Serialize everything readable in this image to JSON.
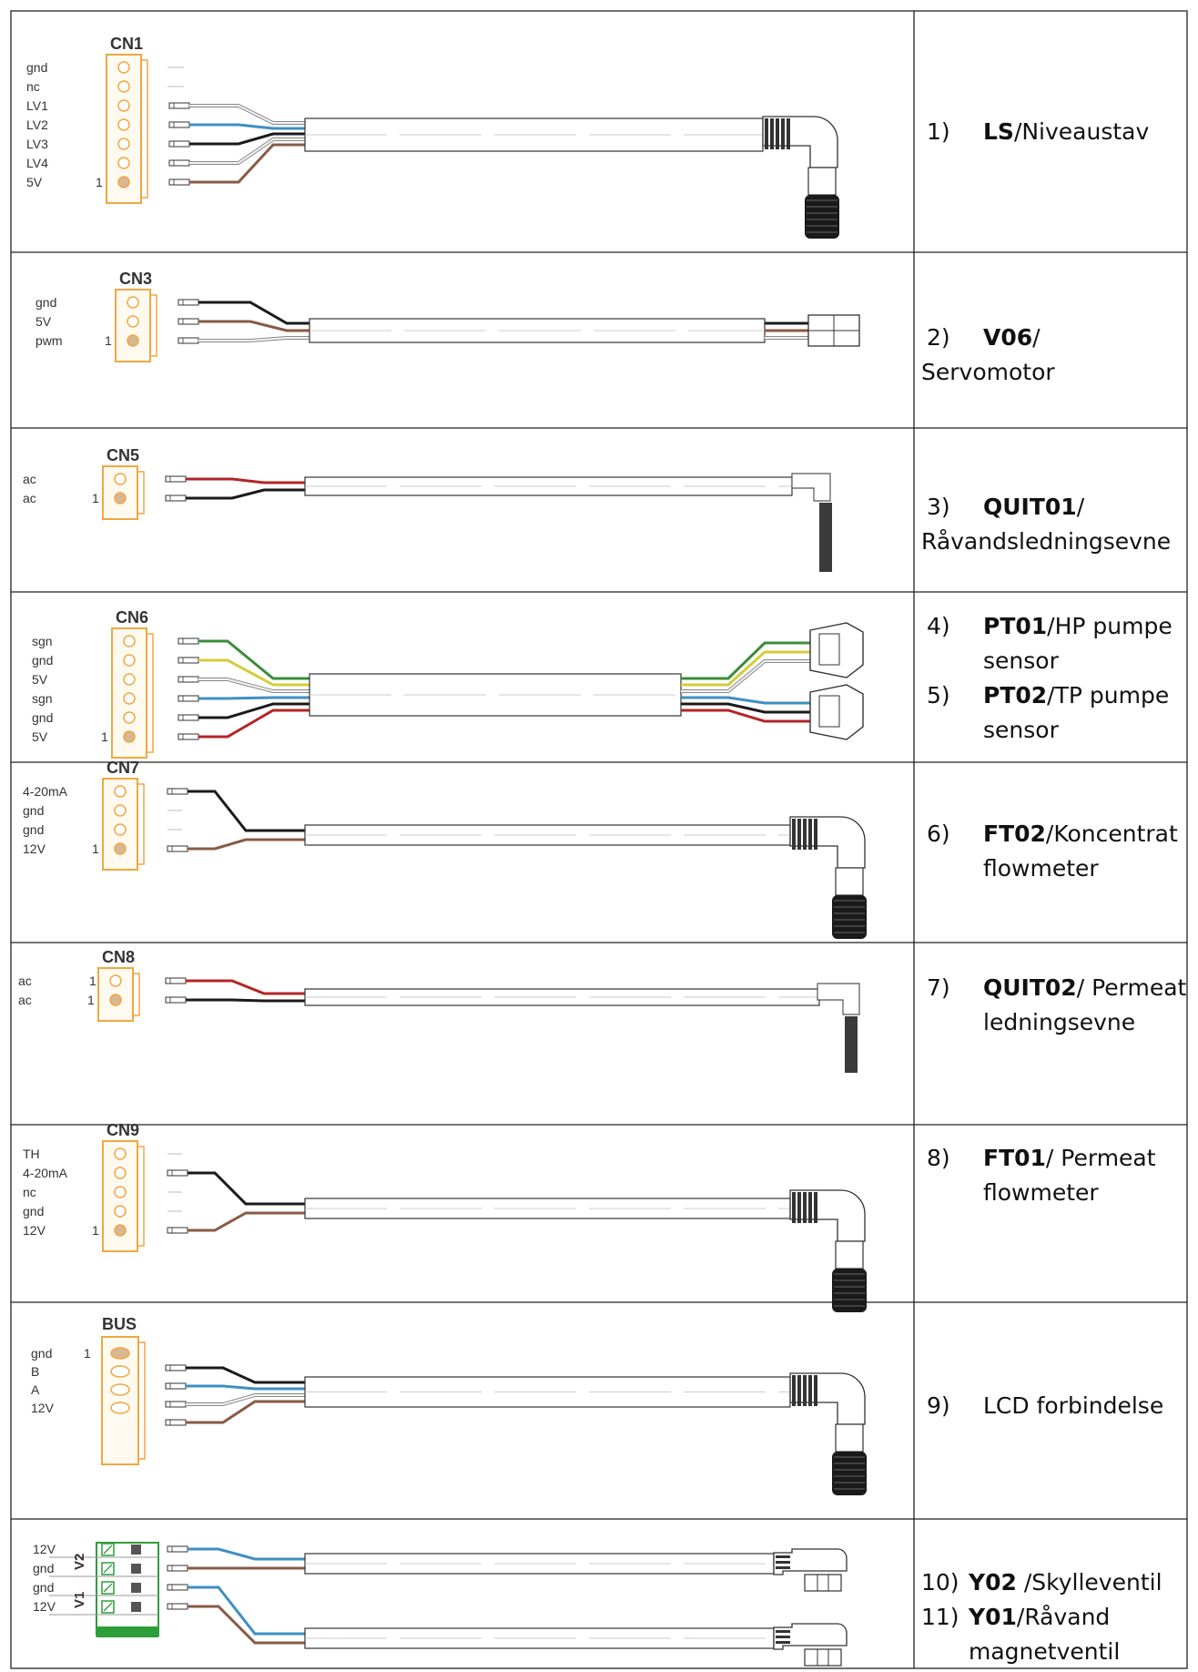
{
  "colors": {
    "connector": "#f2a642",
    "terminal_green": "#2e9e3a",
    "wire_black": "#1a1a1a",
    "wire_white": "#d0d0d0",
    "wire_blue": "#3d8fc4",
    "wire_brown": "#8a5a45",
    "wire_red": "#b52424",
    "wire_green": "#3b8c3a",
    "wire_yellow": "#d4cd3a",
    "grid": "#222222"
  },
  "rows": [
    {
      "connector": "CN1",
      "pins": [
        "gnd",
        "nc",
        "LV1",
        "LV2",
        "LV3",
        "LV4",
        "5V"
      ],
      "pin1_mark": "1",
      "items": [
        {
          "num": "1)",
          "code": "LS",
          "text": "/Niveaustav"
        }
      ]
    },
    {
      "connector": "CN3",
      "pins": [
        "gnd",
        "5V",
        "pwm"
      ],
      "pin1_mark": "1",
      "items": [
        {
          "num": "2)",
          "code": "V06",
          "text": "/",
          "second_line": "Servomotor"
        }
      ]
    },
    {
      "connector": "CN5",
      "pins": [
        "ac",
        "ac"
      ],
      "pin1_mark": "1",
      "items": [
        {
          "num": "3)",
          "code": "QUIT01",
          "text": "/",
          "second_line": "Råvandsledningsevne"
        }
      ]
    },
    {
      "connector": "CN6",
      "pins": [
        "sgn",
        "gnd",
        "5V",
        "sgn",
        "gnd",
        "5V"
      ],
      "pin1_mark": "1",
      "items": [
        {
          "num": "4)",
          "code": "PT01",
          "text": "/HP pumpe sensor"
        },
        {
          "num": "5)",
          "code": "PT02",
          "text": "/TP pumpe sensor"
        }
      ]
    },
    {
      "connector": "CN7",
      "pins": [
        "4-20mA",
        "gnd",
        "gnd",
        "12V"
      ],
      "pin1_mark": "1",
      "items": [
        {
          "num": "6)",
          "code": "FT02",
          "text": "/Koncentrat flowmeter"
        }
      ]
    },
    {
      "connector": "CN8",
      "pins": [
        "ac",
        "ac"
      ],
      "pin1_mark": "1",
      "items": [
        {
          "num": "7)",
          "code": "QUIT02",
          "text": "/ Permeat ledningsevne"
        }
      ]
    },
    {
      "connector": "CN9",
      "pins": [
        "TH",
        "4-20mA",
        "nc",
        "gnd",
        "12V"
      ],
      "pin1_mark": "1",
      "items": [
        {
          "num": "8)",
          "code": "FT01",
          "text": "/ Permeat flowmeter"
        }
      ]
    },
    {
      "connector": "BUS",
      "pins": [
        "gnd",
        "B",
        "A",
        "12V"
      ],
      "pin1_mark": "1",
      "items": [
        {
          "num": "9)",
          "code": "",
          "text": "LCD forbindelse"
        }
      ]
    },
    {
      "connector": "",
      "pins": [
        "12V",
        "gnd",
        "gnd",
        "12V"
      ],
      "groups": [
        "V2",
        "V1"
      ],
      "items": [
        {
          "num": "10)",
          "code": "Y02",
          "text": " /Skylleventil"
        },
        {
          "num": "11)",
          "code": "Y01",
          "text": "/Råvand magnetventil"
        }
      ]
    }
  ]
}
